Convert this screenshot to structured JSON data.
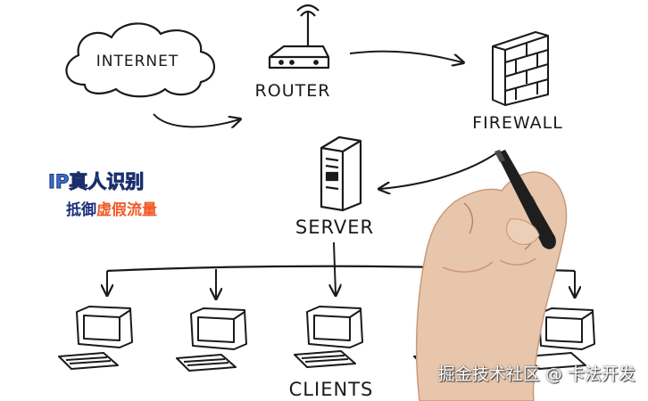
{
  "nodes": {
    "internet": "INTERNET",
    "router": "ROUTER",
    "firewall": "FIREWALL",
    "server": "SERVER",
    "clients": "CLIENTS"
  },
  "badge": {
    "line1": "IP真人识别",
    "line2_part1": "抵御",
    "line2_part2": "虚假流量"
  },
  "watermark": "掘金技术社区 @ 卡法开发",
  "colors": {
    "ink": "#1a1a1a",
    "badge_blue": "#3a6fd8",
    "badge_navy": "#1b2f7a",
    "badge_orange": "#f05a28"
  }
}
